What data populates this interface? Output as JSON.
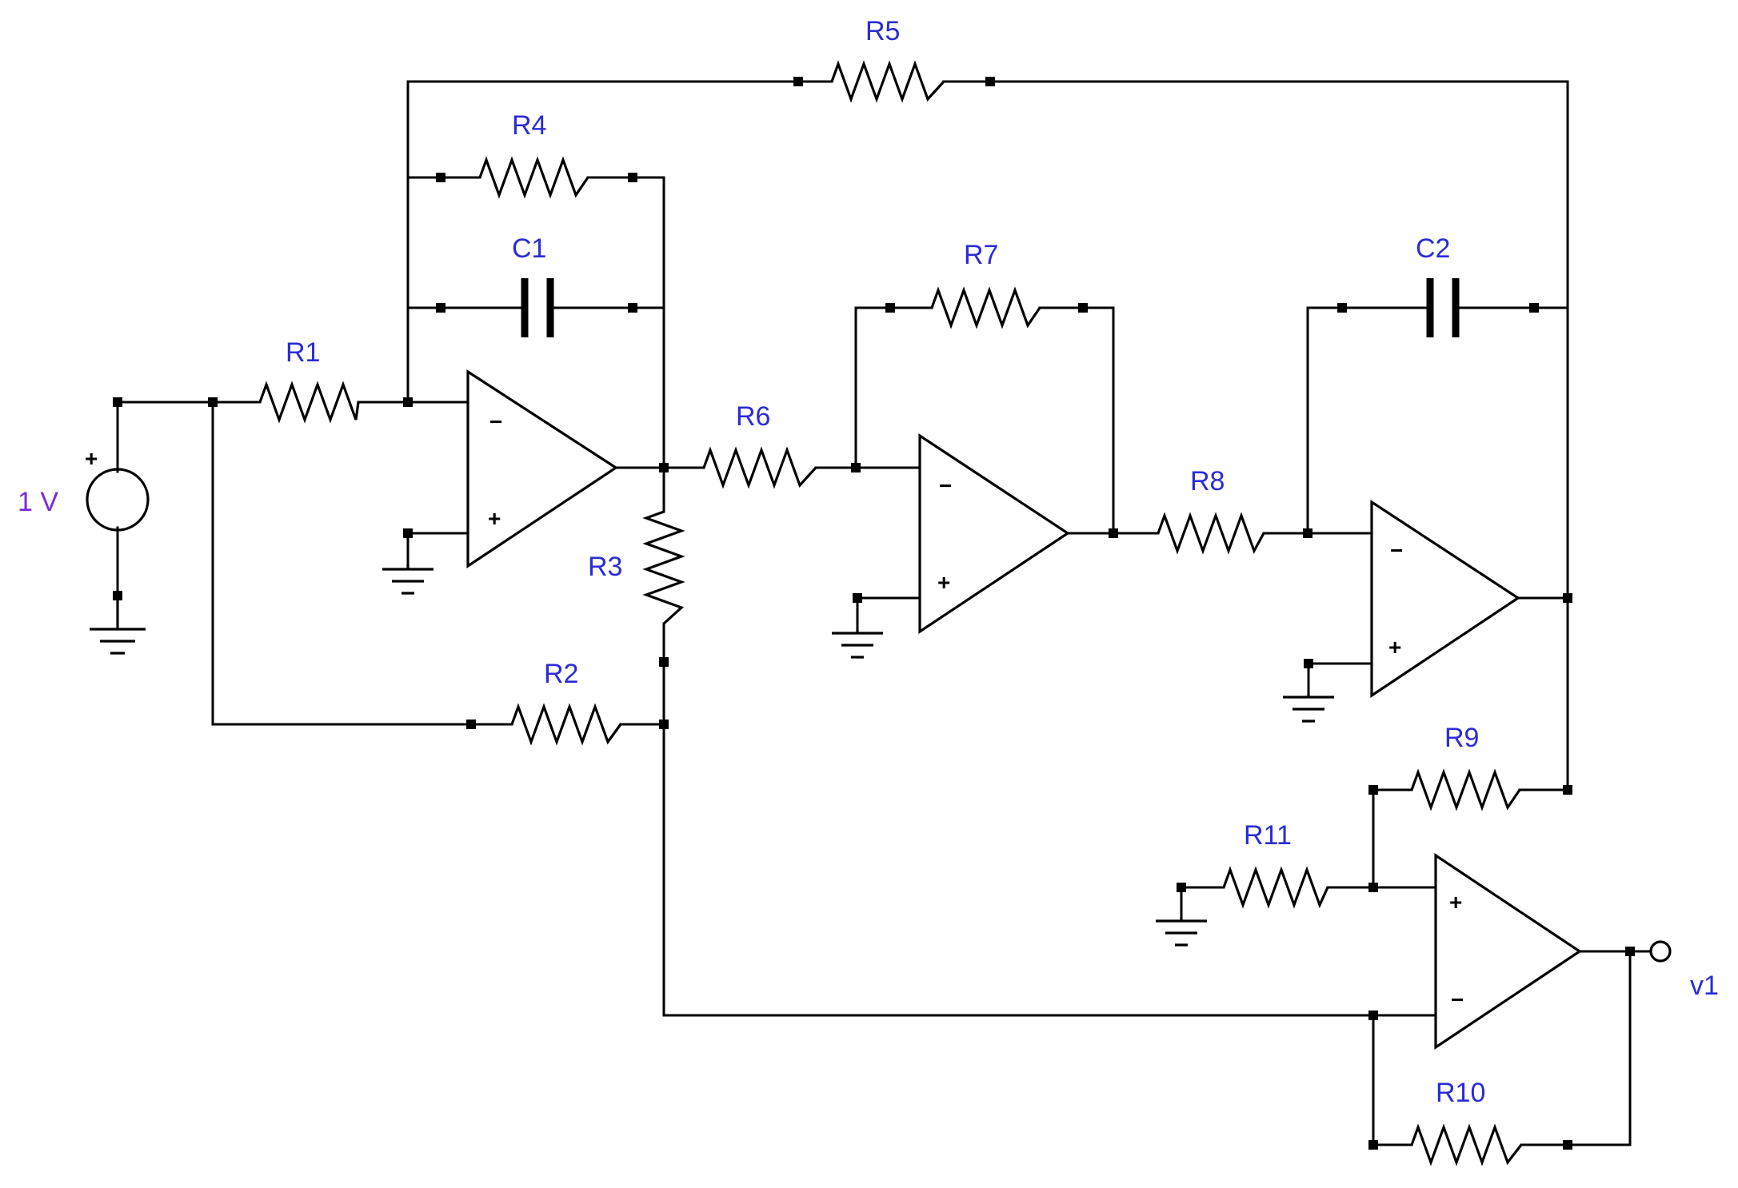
{
  "source": {
    "label": "1 V",
    "plus_sign": "+"
  },
  "opamp_signs": {
    "minus": "−",
    "plus": "+"
  },
  "resistors": {
    "r1": "R1",
    "r2": "R2",
    "r3": "R3",
    "r4": "R4",
    "r5": "R5",
    "r6": "R6",
    "r7": "R7",
    "r8": "R8",
    "r9": "R9",
    "r10": "R10",
    "r11": "R11"
  },
  "capacitors": {
    "c1": "C1",
    "c2": "C2"
  },
  "output": {
    "label": "v1"
  }
}
